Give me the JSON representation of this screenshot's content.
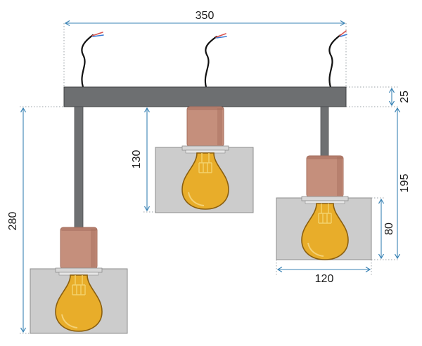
{
  "dimensions": {
    "width": "350",
    "bar_height": "25",
    "left_drop": "280",
    "middle_drop": "130",
    "right_drop": "195",
    "shade_height": "80",
    "shade_width": "120"
  },
  "colors": {
    "dimension_line": "#3a83b5",
    "guide_dots": "#9aa0a6",
    "bar": "#6d6f71",
    "bar_edge": "#3f4143",
    "rod": "#6e7072",
    "socket": "#c58f7c",
    "socket_shadow": "#a66f5e",
    "collar": "#d7d7d7",
    "shade": "#cccccc",
    "shade_edge": "#8c8c8c",
    "bulb": "#e8ad2a",
    "bulb_edge": "#8a5f10",
    "filament": "#f3d26c",
    "wire": "#111111",
    "wire_red": "#d9534f",
    "wire_blue": "#3a7bd5"
  },
  "icons": {
    "bulb": "edison-bulb-icon",
    "socket": "lamp-socket-icon",
    "cable": "power-cable-icon"
  }
}
